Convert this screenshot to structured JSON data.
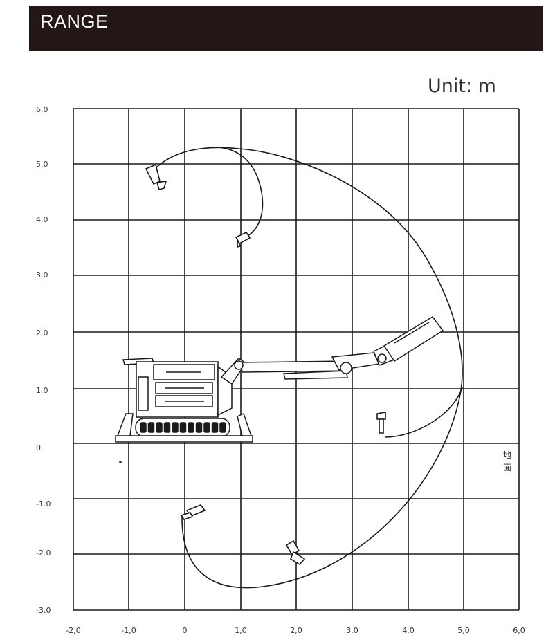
{
  "header": {
    "title": "RANGE"
  },
  "unit_label": "Unit: m",
  "diagram": {
    "x_ticks": [
      "-2,0",
      "-1,0",
      "0",
      "1,0",
      "2,0",
      "3,0",
      "4,0",
      "5,0",
      "6,0"
    ],
    "y_ticks": [
      "6.0",
      "5.0",
      "4.0",
      "3.0",
      "2.0",
      "1.0",
      "0",
      "-1.0",
      "-2.0",
      "-3.0"
    ],
    "ground_label": [
      "地",
      "面"
    ],
    "colors": {
      "header_bg": "#231815",
      "line": "#1a1a1a"
    }
  }
}
